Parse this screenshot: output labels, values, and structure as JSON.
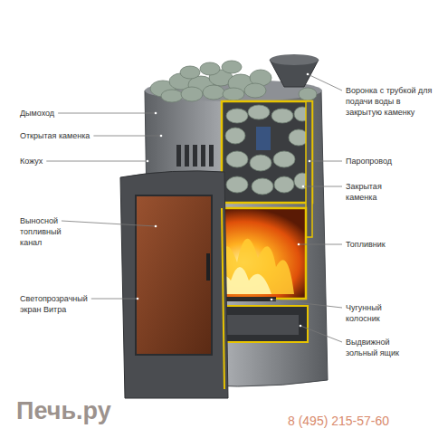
{
  "diagram": {
    "labels": [
      "Дымоход",
      "Открытая каменка",
      "Кожух",
      "Выносной топливный канал",
      "Светопрозрачный экран Витра",
      "Воронка с трубкой для подачи воды в закрытую каменку",
      "Паропровод",
      "Закрытая каменка",
      "Топливник",
      "Чугунный колосник",
      "Выдвижной зольный ящик",
      "Печь.ру",
      "8 (495) 215-57-60"
    ]
  }
}
